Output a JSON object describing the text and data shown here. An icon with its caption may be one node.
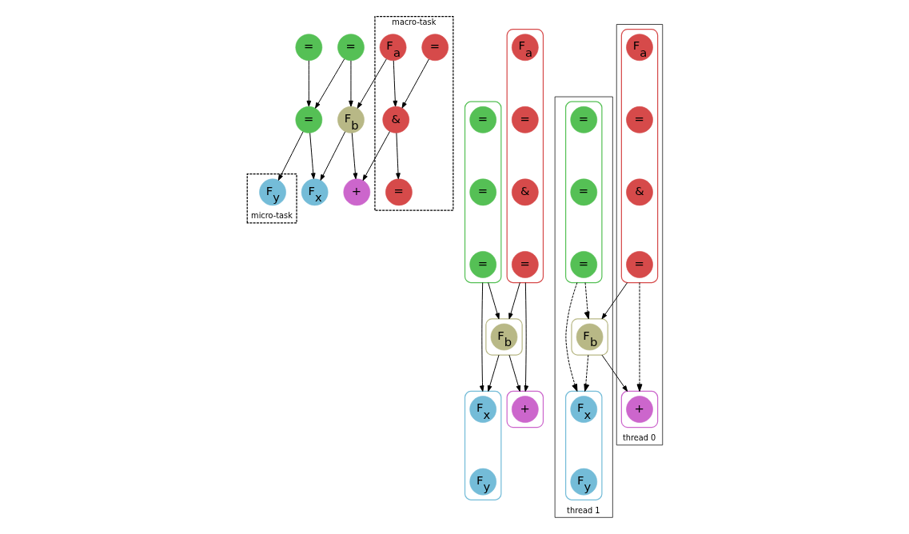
{
  "diagram": {
    "nodes": [
      {
        "text": [
          "macro-task"
        ]
      },
      {
        "text": [
          "="
        ],
        "in": 0
      },
      {
        "text": [
          "F$_{a}$"
        ],
        "in": 0
      },
      {
        "text": [
          "="
        ]
      },
      {
        "text": [
          "="
        ]
      },
      {
        "text": [
          "&"
        ],
        "in": 0
      },
      {
        "text": [
          "F$_{b}$"
        ]
      },
      {
        "text": [
          "="
        ]
      },
      {
        "text": [
          "="
        ],
        "in": 0
      },
      {
        "text": [
          "+"
        ]
      },
      {
        "text": [
          "F$_{x}$"
        ]
      },
      {
        "text": [
          "micro-task"
        ]
      },
      {
        "text": [
          "F$_{y}$"
        ],
        "in": 11
      },
      {
        "text": [],
        "shape": "box"
      },
      {
        "text": [
          "F$_{a}$"
        ],
        "in": 13
      },
      {
        "text": [
          "="
        ],
        "in": 13
      },
      {
        "text": [
          "&"
        ],
        "in": 13
      },
      {
        "text": [
          "="
        ],
        "in": 13
      },
      {
        "text": [],
        "shape": "box"
      },
      {
        "text": [
          "="
        ],
        "in": 18
      },
      {
        "text": [
          "="
        ],
        "in": 18
      },
      {
        "text": [
          "="
        ],
        "in": 18
      },
      {
        "text": [],
        "shape": "box"
      },
      {
        "text": [
          "F$_{b}$"
        ],
        "in": 22
      },
      {
        "text": [],
        "shape": "box"
      },
      {
        "text": [
          "+"
        ],
        "in": 24
      },
      {
        "text": [],
        "shape": "box"
      },
      {
        "text": [
          "F$_{x}$"
        ],
        "in": 26
      },
      {
        "text": [
          "F$_{y}$"
        ],
        "in": 26
      },
      {
        "text": [
          "thread 0"
        ]
      },
      {
        "text": [],
        "shape": "box",
        "in": 29
      },
      {
        "text": [
          "F$_{a}$"
        ],
        "in": 30
      },
      {
        "text": [
          "="
        ],
        "in": 30
      },
      {
        "text": [
          "&"
        ],
        "in": 30
      },
      {
        "text": [
          "="
        ],
        "in": 30
      },
      {
        "text": [],
        "shape": "box",
        "in": 29
      },
      {
        "text": [
          "+"
        ],
        "in": 35
      },
      {
        "text": [
          "thread 1"
        ]
      },
      {
        "text": [],
        "shape": "box",
        "in": 37
      },
      {
        "text": [
          "="
        ],
        "in": 38
      },
      {
        "text": [
          "="
        ],
        "in": 38
      },
      {
        "text": [
          "="
        ],
        "in": 38
      },
      {
        "text": [],
        "shape": "box",
        "in": 37
      },
      {
        "text": [
          "F$_{b}$"
        ],
        "in": 42
      },
      {
        "text": [],
        "shape": "box",
        "in": 37
      },
      {
        "text": [
          "F$_{x}$"
        ],
        "in": 44
      },
      {
        "text": [
          "F$_{y}$"
        ],
        "in": 44
      }
    ],
    "edges": [
      {
        "from": 1,
        "to": 5,
        "arrow": "to"
      },
      {
        "from": 2,
        "to": 5,
        "arrow": "to"
      },
      {
        "from": 2,
        "to": 6,
        "arrow": "to"
      },
      {
        "from": 3,
        "to": 6,
        "arrow": "to"
      },
      {
        "from": 3,
        "to": 7,
        "arrow": "to"
      },
      {
        "from": 4,
        "to": 7,
        "arrow": "to"
      },
      {
        "from": 5,
        "to": 8,
        "arrow": "to"
      },
      {
        "from": 5,
        "to": 9,
        "arrow": "to"
      },
      {
        "from": 6,
        "to": 9,
        "arrow": "to"
      },
      {
        "from": 6,
        "to": 10,
        "arrow": "to"
      },
      {
        "from": 7,
        "to": 10,
        "arrow": "to"
      },
      {
        "from": 7,
        "to": 12,
        "arrow": "to"
      },
      {
        "from": 13,
        "to": 22,
        "arrow": "to"
      },
      {
        "from": 18,
        "to": 22,
        "arrow": "to"
      },
      {
        "from": 13,
        "to": 24,
        "arrow": "to"
      },
      {
        "from": 22,
        "to": 24,
        "arrow": "to"
      },
      {
        "from": 22,
        "to": 26,
        "arrow": "to"
      },
      {
        "from": 18,
        "to": 26,
        "arrow": "to"
      },
      {
        "from": 30,
        "to": 35,
        "arrow": "to",
        "style": "dashed"
      },
      {
        "from": 30,
        "to": 42,
        "arrow": "to"
      },
      {
        "from": 38,
        "to": 42,
        "arrow": "to",
        "style": "dashed"
      },
      {
        "from": 38,
        "to": 44,
        "arrow": "to",
        "style": "dashed"
      },
      {
        "from": 42,
        "to": 35,
        "arrow": "to"
      },
      {
        "from": 42,
        "to": 44,
        "arrow": "to",
        "style": "dashed"
      }
    ]
  }
}
